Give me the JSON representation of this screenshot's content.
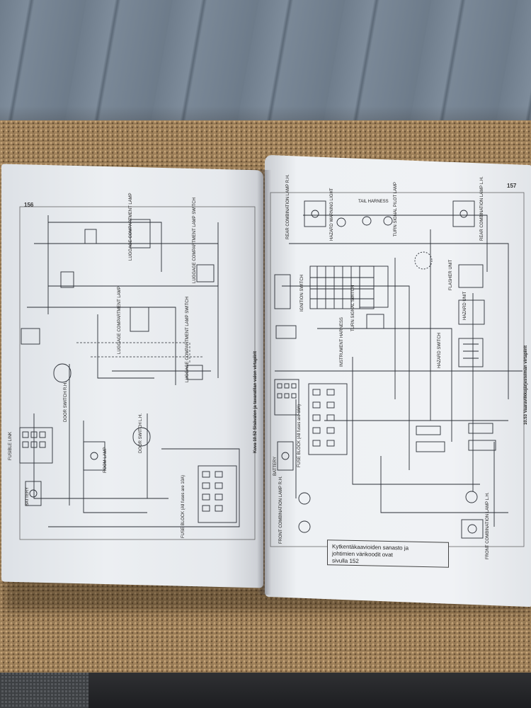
{
  "left_page": {
    "page_number": "156",
    "labels": {
      "fusible_link": "FUSIBLE LINK",
      "battery": "BATTERY",
      "door_switch_rh": "DOOR SWITCH R.H.",
      "door_switch_lh": "DOOR SWITCH L.H.",
      "room_lamp": "ROOM LAMP",
      "luggage_lamp": "LUGGAGE COMPARTMENT LAMP",
      "luggage_switch": "LUGGAGE COMPARTMENT LAMP SWITCH",
      "fuse_block": "FUSE BLOCK (All fuses are 10A)"
    },
    "caption": "Kuva 10.52 Sisävalon ja tavaratilan valon virtapiirit"
  },
  "right_page": {
    "page_number": "157",
    "labels": {
      "tail_harness": "TAIL HARNESS",
      "rear_combination_lamp_rh": "REAR COMBINATION LAMP R.H.",
      "hazard_warning_light": "HAZARD WARNING LIGHT",
      "turn_signal_pilot_lamp": "TURN SIGNAL PILOT LAMP",
      "rear_combination_lamp_lh": "REAR COMBINATION LAMP L.H.",
      "ignition_switch": "IGNITION SWITCH",
      "turn_signal_switch": "TURN SIGNAL SWITCH",
      "flasher_unit": "FLASHER UNIT",
      "hazard_unit": "HAZARD UNIT",
      "hazard_switch": "HAZARD SWITCH",
      "instrument_harness": "INSTRUMENT HARNESS",
      "fuse_block": "FUSE BLOCK (All fuses are 10A)",
      "battery": "BATTERY",
      "front_combination_lamp_rh": "FRONT COMBINATION LAMP R.H.",
      "front_combination_lamp_lh": "FRONT COMBINATION LAMP L.H."
    },
    "note": {
      "line1": "Kytkentäkaavioiden sanasto ja",
      "line2": "johtimien värikoodit ovat",
      "line3": "sivulla 152"
    },
    "caption": "10.53 Vaaravilkkujärjestelmän virtapiirit"
  }
}
